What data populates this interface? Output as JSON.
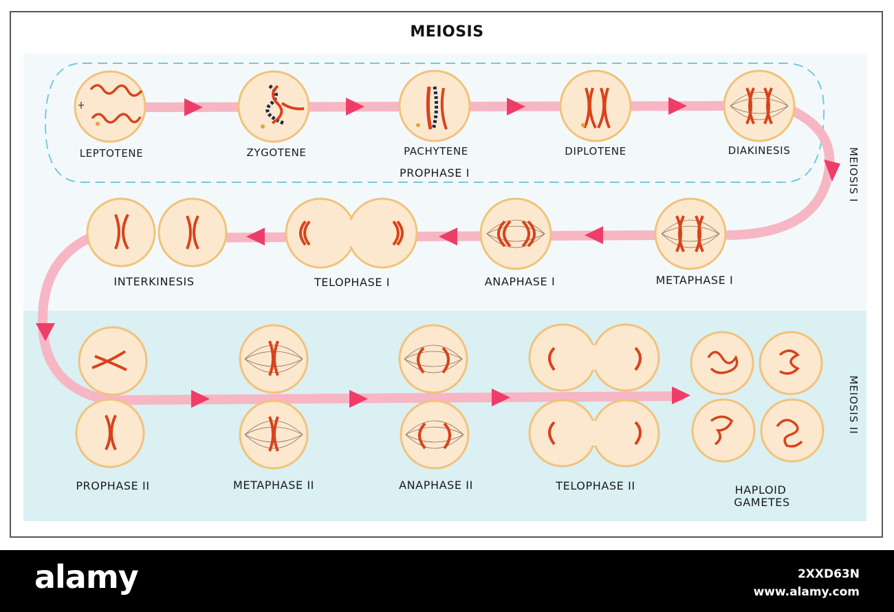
{
  "title": "MEIOSIS",
  "groups": {
    "prophase_one": "PROPHASE I",
    "meiosis_one": "MEIOSIS I",
    "meiosis_two": "MEIOSIS II"
  },
  "stages": {
    "leptotene": "LEPTOTENE",
    "zygotene": "ZYGOTENE",
    "pachytene": "PACHYTENE",
    "diplotene": "DIPLOTENE",
    "diakinesis": "DIAKINESIS",
    "metaphase_one": "METAPHASE I",
    "anaphase_one": "ANAPHASE I",
    "telophase_one": "TELOPHASE I",
    "interkinesis": "INTERKINESIS",
    "prophase_two": "PROPHASE II",
    "metaphase_two": "METAPHASE II",
    "anaphase_two": "ANAPHASE II",
    "telophase_two": "TELOPHASE II",
    "haploid_gametes_line1": "HAPLOID",
    "haploid_gametes_line2": "GAMETES"
  },
  "footer": {
    "brand": "alamy",
    "image_id": "2XXD63N",
    "site": "www.alamy.com"
  },
  "colors": {
    "cell_fill": "#fbe8cf",
    "cell_border": "#f2c27a",
    "chromosome": "#d8431c",
    "chromosome_alt": "#22254a",
    "arrow_track": "#f7b6c4",
    "arrow_head": "#ef3d6a",
    "prophase_dash": "#6fcbe0",
    "band_meiosis_one": "#f3f9fa",
    "band_meiosis_two": "#daf0f3"
  }
}
